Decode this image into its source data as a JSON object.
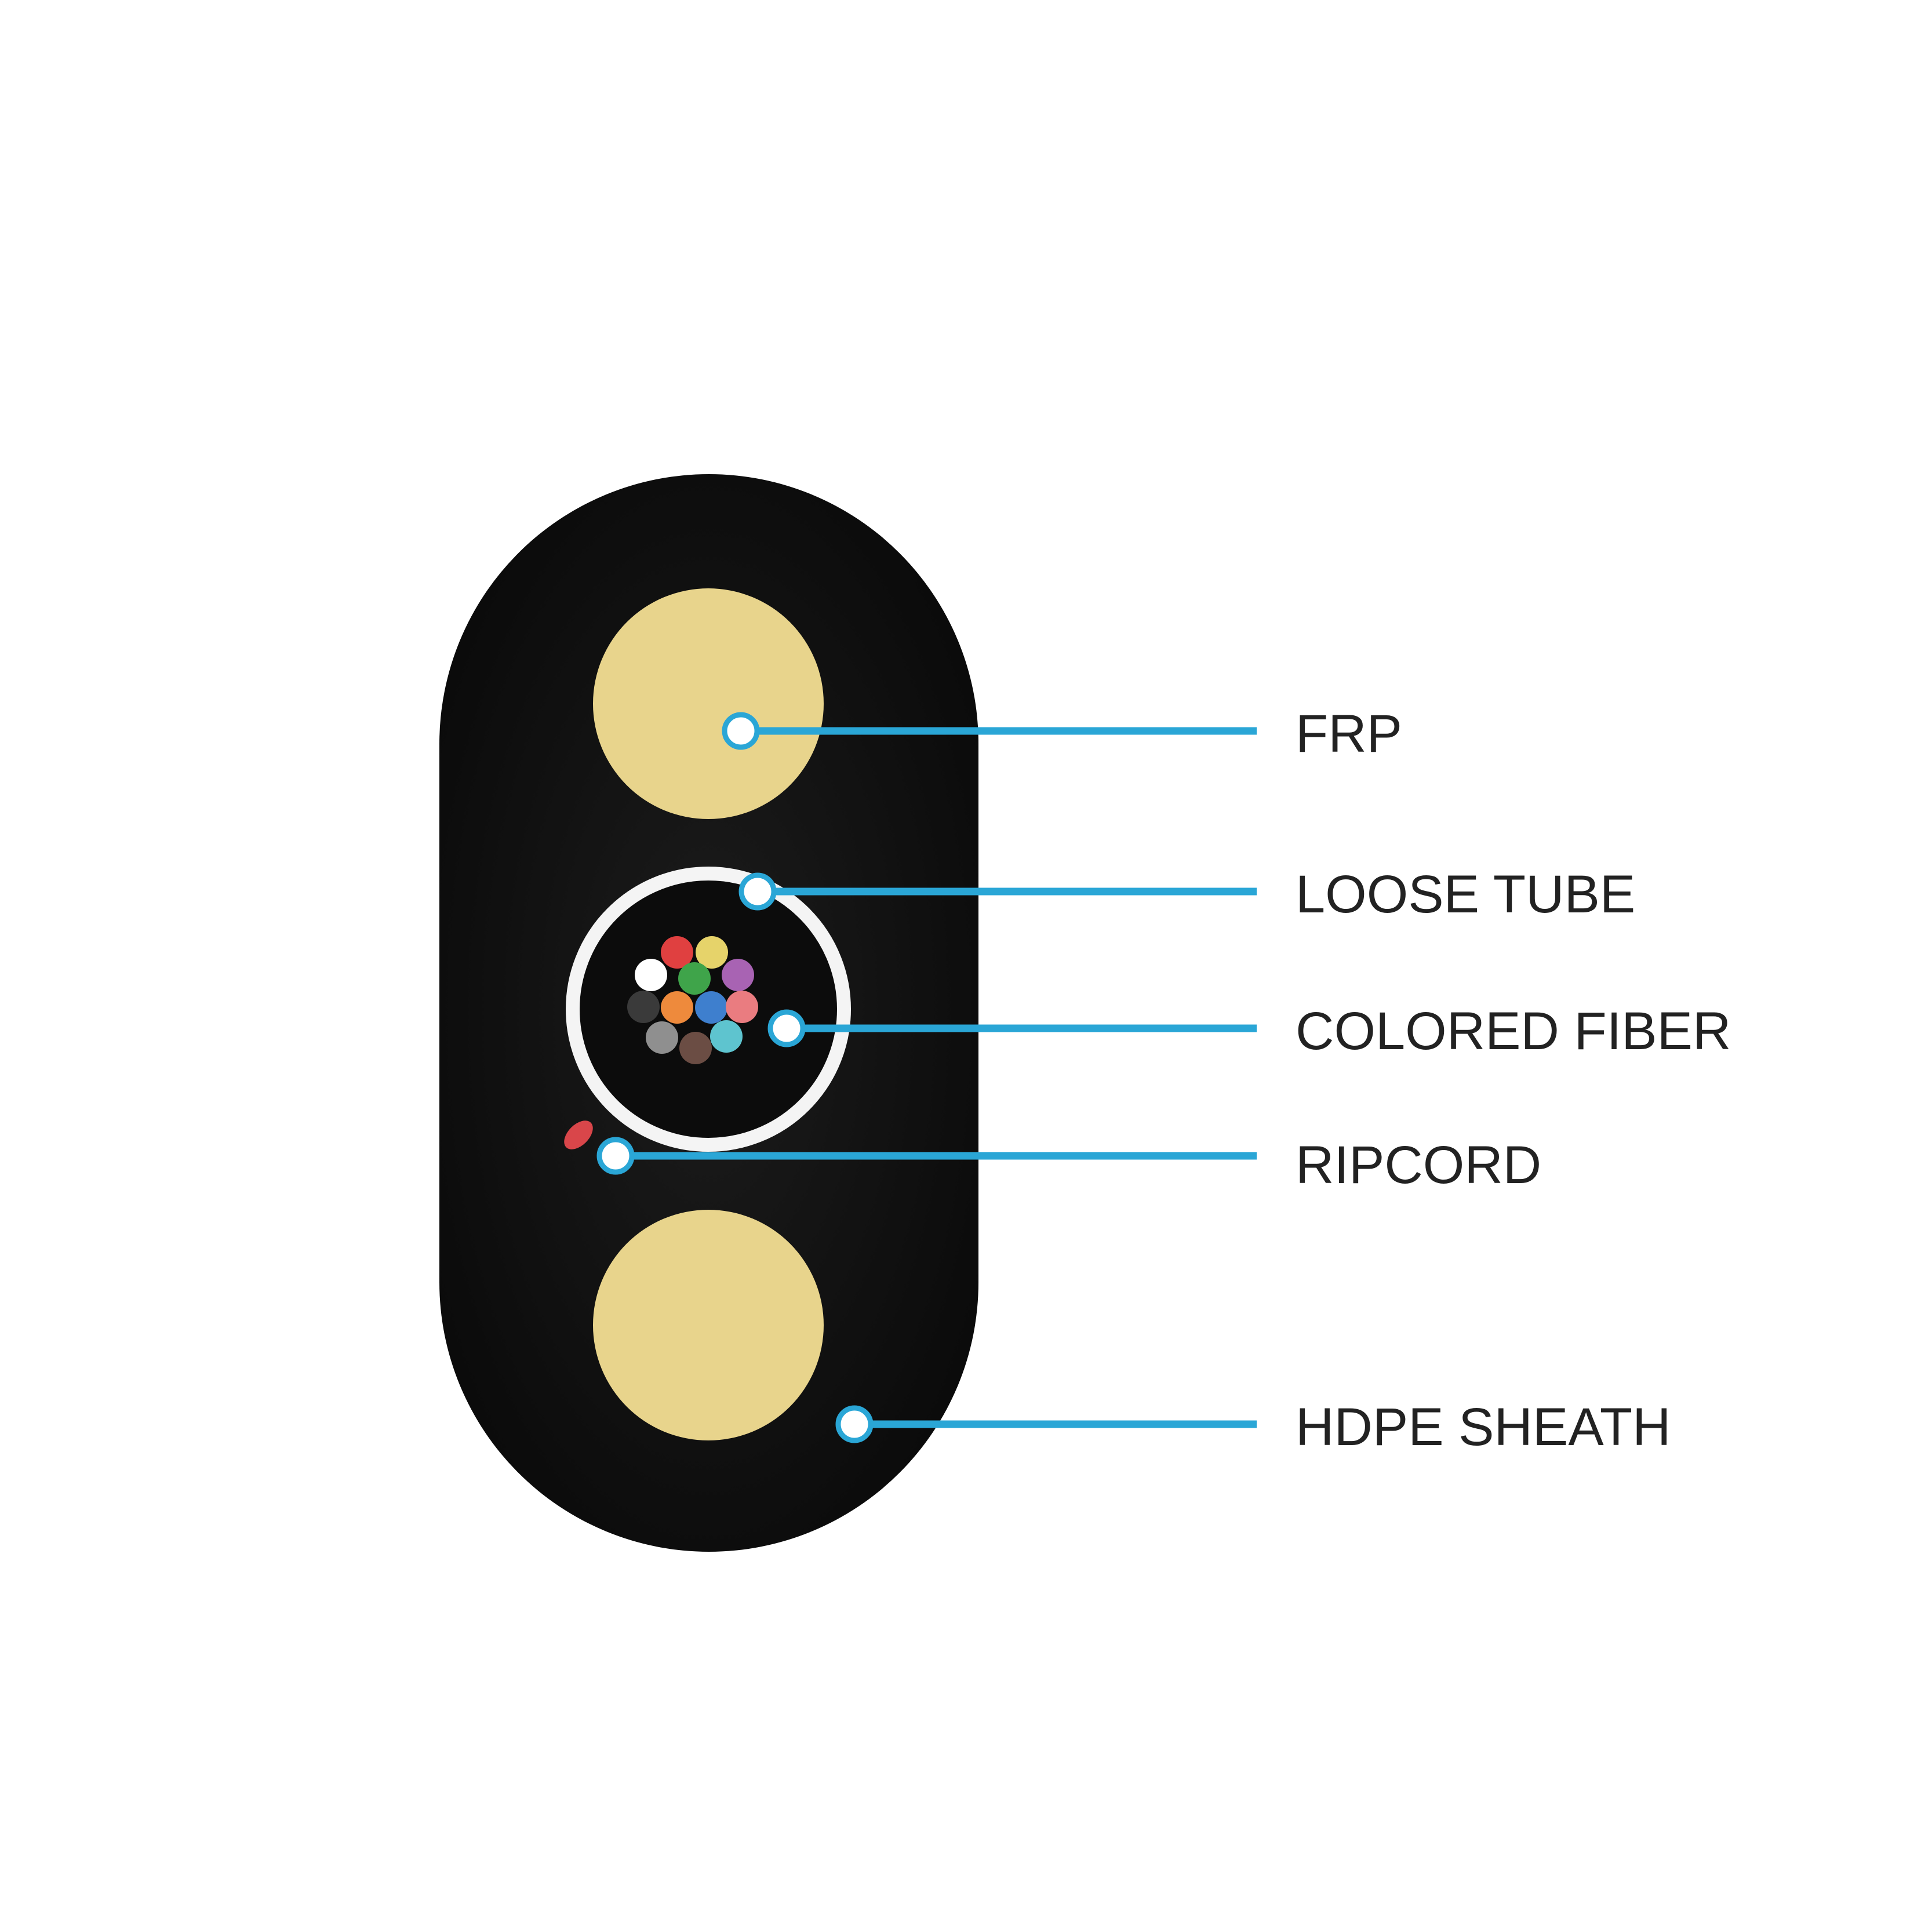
{
  "title": "Fiber optic drop cable cross-section",
  "colors": {
    "sheath": "#111111",
    "frp": "#e8d48c",
    "leader": "#2aa6d6",
    "ripcord": "#d9464a",
    "fibers": [
      "#e04040",
      "#e6d36a",
      "#ffffff",
      "#3fa44a",
      "#a863b3",
      "#3a3a3a",
      "#ee8a3c",
      "#3e7fce",
      "#ea7c80",
      "#8f8f8f",
      "#6b4d44",
      "#5ec4cf"
    ]
  },
  "labels": {
    "frp": "FRP",
    "loose_tube": "LOOSE TUBE",
    "colored_fiber": "COLORED FIBER",
    "ripcord": "RIPCORD",
    "hdpe_sheath": "HDPE SHEATH"
  }
}
